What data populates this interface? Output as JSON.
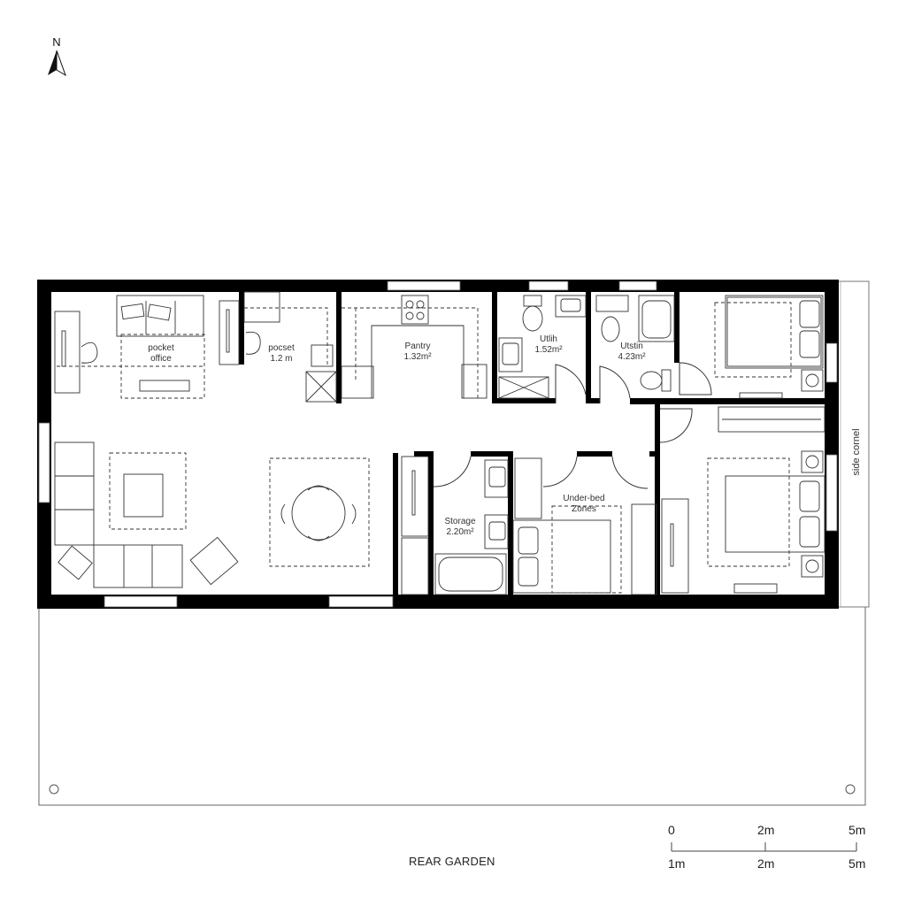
{
  "compass": {
    "label": "N",
    "icon": "north-arrow-icon"
  },
  "rooms": [
    {
      "id": "pocket-office",
      "name": "pocket",
      "line2": "office"
    },
    {
      "id": "pocset",
      "name": "pocset",
      "line2": "1.2 m"
    },
    {
      "id": "pantry",
      "name": "Pantry",
      "line2": "1.32m²"
    },
    {
      "id": "utlih",
      "name": "Utlih",
      "line2": "1.52m²"
    },
    {
      "id": "utstin",
      "name": "Utstin",
      "line2": "4.23m²"
    },
    {
      "id": "storage",
      "name": "Storage",
      "line2": "2.20m²"
    },
    {
      "id": "under-bed",
      "name": "Under-bed",
      "line2": "Zones"
    }
  ],
  "side_label": "side cornel",
  "garden": {
    "label": "REAR GARDEN"
  },
  "scale_bar": {
    "top_labels": [
      "0",
      "2m",
      "5m"
    ],
    "bottom_labels": [
      "1m",
      "2m",
      "5m"
    ]
  },
  "colors": {
    "wall": "#000000",
    "line": "#444444",
    "background": "#ffffff"
  }
}
